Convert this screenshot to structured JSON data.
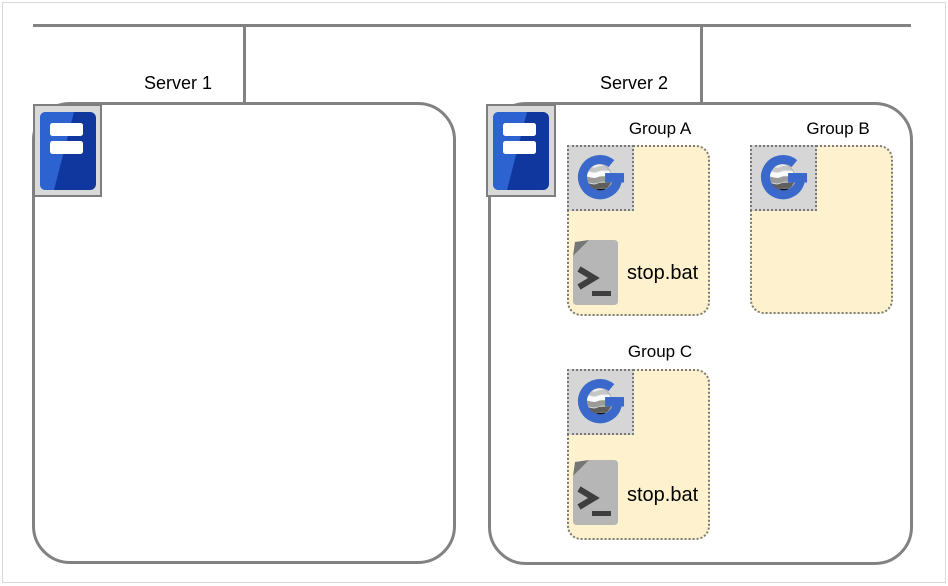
{
  "servers": [
    {
      "label": "Server 1",
      "groups": []
    },
    {
      "label": "Server 2",
      "groups": [
        {
          "label": "Group A",
          "script_file": "stop.bat"
        },
        {
          "label": "Group B",
          "script_file": ""
        },
        {
          "label": "Group C",
          "script_file": "stop.bat"
        }
      ]
    }
  ],
  "icons": {
    "server": "server-tower-icon",
    "group_app": "g-logo-globe-icon",
    "script": "batch-file-terminal-icon"
  },
  "colors": {
    "connector_gray": "#828282",
    "server_box_border": "#828282",
    "group_fill": "#fdf2cd",
    "dotted_border": "#7a7a7a",
    "tray_fill": "#d9d9d9",
    "logo_blue": "#3b69cb",
    "server_icon_blue_dark": "#10379e",
    "server_icon_blue_light": "#2d62d1",
    "file_icon_gray": "#b6b6b6",
    "text": "#000000"
  }
}
